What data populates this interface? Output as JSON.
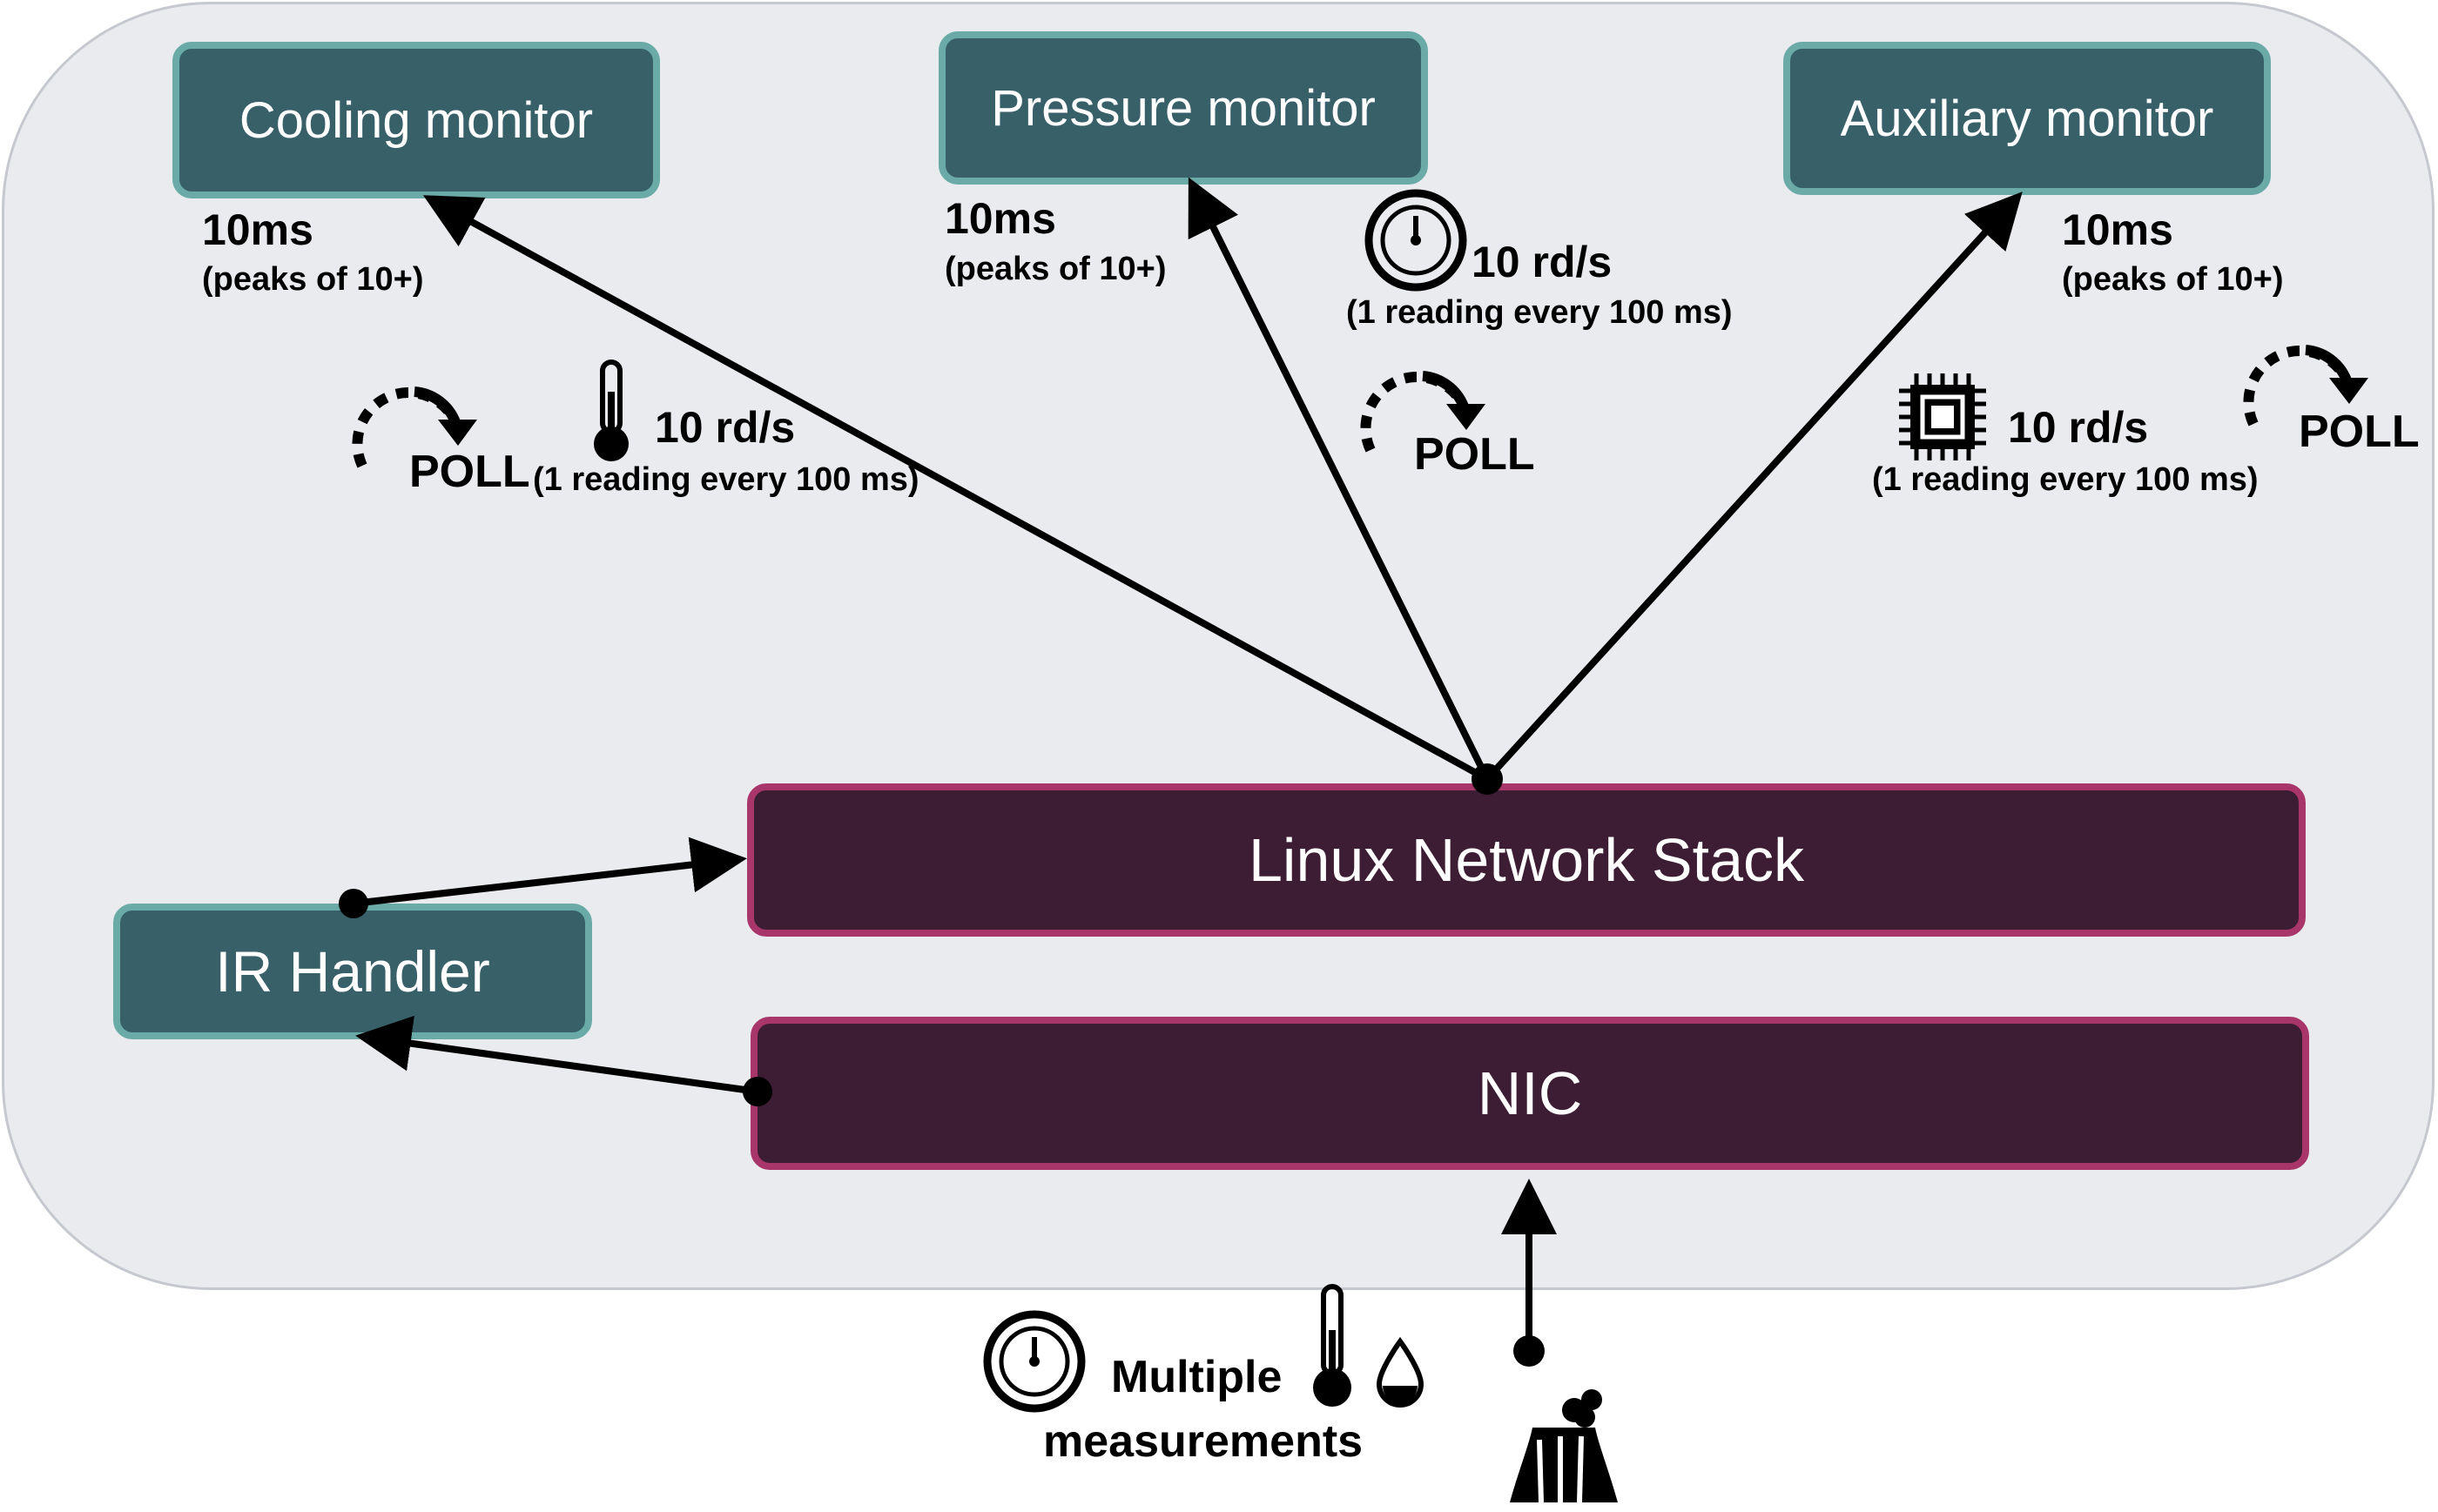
{
  "monitors": {
    "cooling": "Cooling monitor",
    "pressure": "Pressure monitor",
    "auxiliary": "Auxiliary monitor"
  },
  "latency": {
    "value": "10ms",
    "note": "(peaks of 10+)"
  },
  "rate": {
    "value": "10 rd/s",
    "note": "(1 reading every 100 ms)"
  },
  "poll": "POLL",
  "components": {
    "network_stack": "Linux Network Stack",
    "nic": "NIC",
    "ir_handler": "IR Handler"
  },
  "source": {
    "line1": "Multiple",
    "line2": "measurements"
  },
  "colors": {
    "monitor_fill": "#386069",
    "monitor_border": "#6aaba8",
    "stack_fill": "#3c1d34",
    "stack_border": "#a8366a",
    "panel": "#e9ebee"
  },
  "icons": [
    "thermometer-icon",
    "gauge-icon",
    "chip-icon",
    "poll-cycle-icon",
    "droplet-icon",
    "factory-icon"
  ]
}
